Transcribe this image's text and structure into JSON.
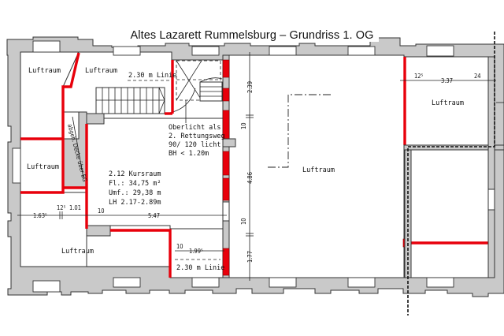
{
  "title": "Altes Lazarett Rummelsburg – Grundriss 1. OG",
  "colors": {
    "wall": "#c9c9c9",
    "new_wall": "#e8000b",
    "line": "#222222",
    "background": "#ffffff"
  },
  "rooms": [
    {
      "id": "luftraum-nw",
      "label": "Luftraum"
    },
    {
      "id": "luftraum-stair",
      "label": "Luftraum"
    },
    {
      "id": "luftraum-west-small",
      "label": "Luftraum"
    },
    {
      "id": "luftraum-sw",
      "label": "Luftraum"
    },
    {
      "id": "luftraum-center",
      "label": "Luftraum"
    },
    {
      "id": "luftraum-ne",
      "label": "Luftraum"
    },
    {
      "id": "kursraum",
      "number_name": "2.12 Kursraum",
      "area": "Fl.:  34,75 m²",
      "perimeter": "Umf.: 29,38 m",
      "height": "LH 2.17-2.89m"
    }
  ],
  "notes": {
    "line_top": "2.30 m Linie",
    "line_bottom": "2.30 m Linie",
    "skylight": [
      "Oberlicht als",
      "2. Rettungsweg",
      "90/ 120 licht",
      "BH < 1.20m"
    ],
    "diagonal": "abgeh. Decke über EG"
  },
  "dimensions": {
    "horizontal_west": [
      "1.63⁵",
      "12⁵",
      "1.01",
      "10",
      "5.47"
    ],
    "kursraum_bottom": [
      "10",
      "1.99⁵"
    ],
    "vertical_center": [
      "2.39",
      "10",
      "4.86",
      "10",
      "1.77"
    ],
    "northeast": [
      "12⁵",
      "3.37",
      "24"
    ]
  }
}
